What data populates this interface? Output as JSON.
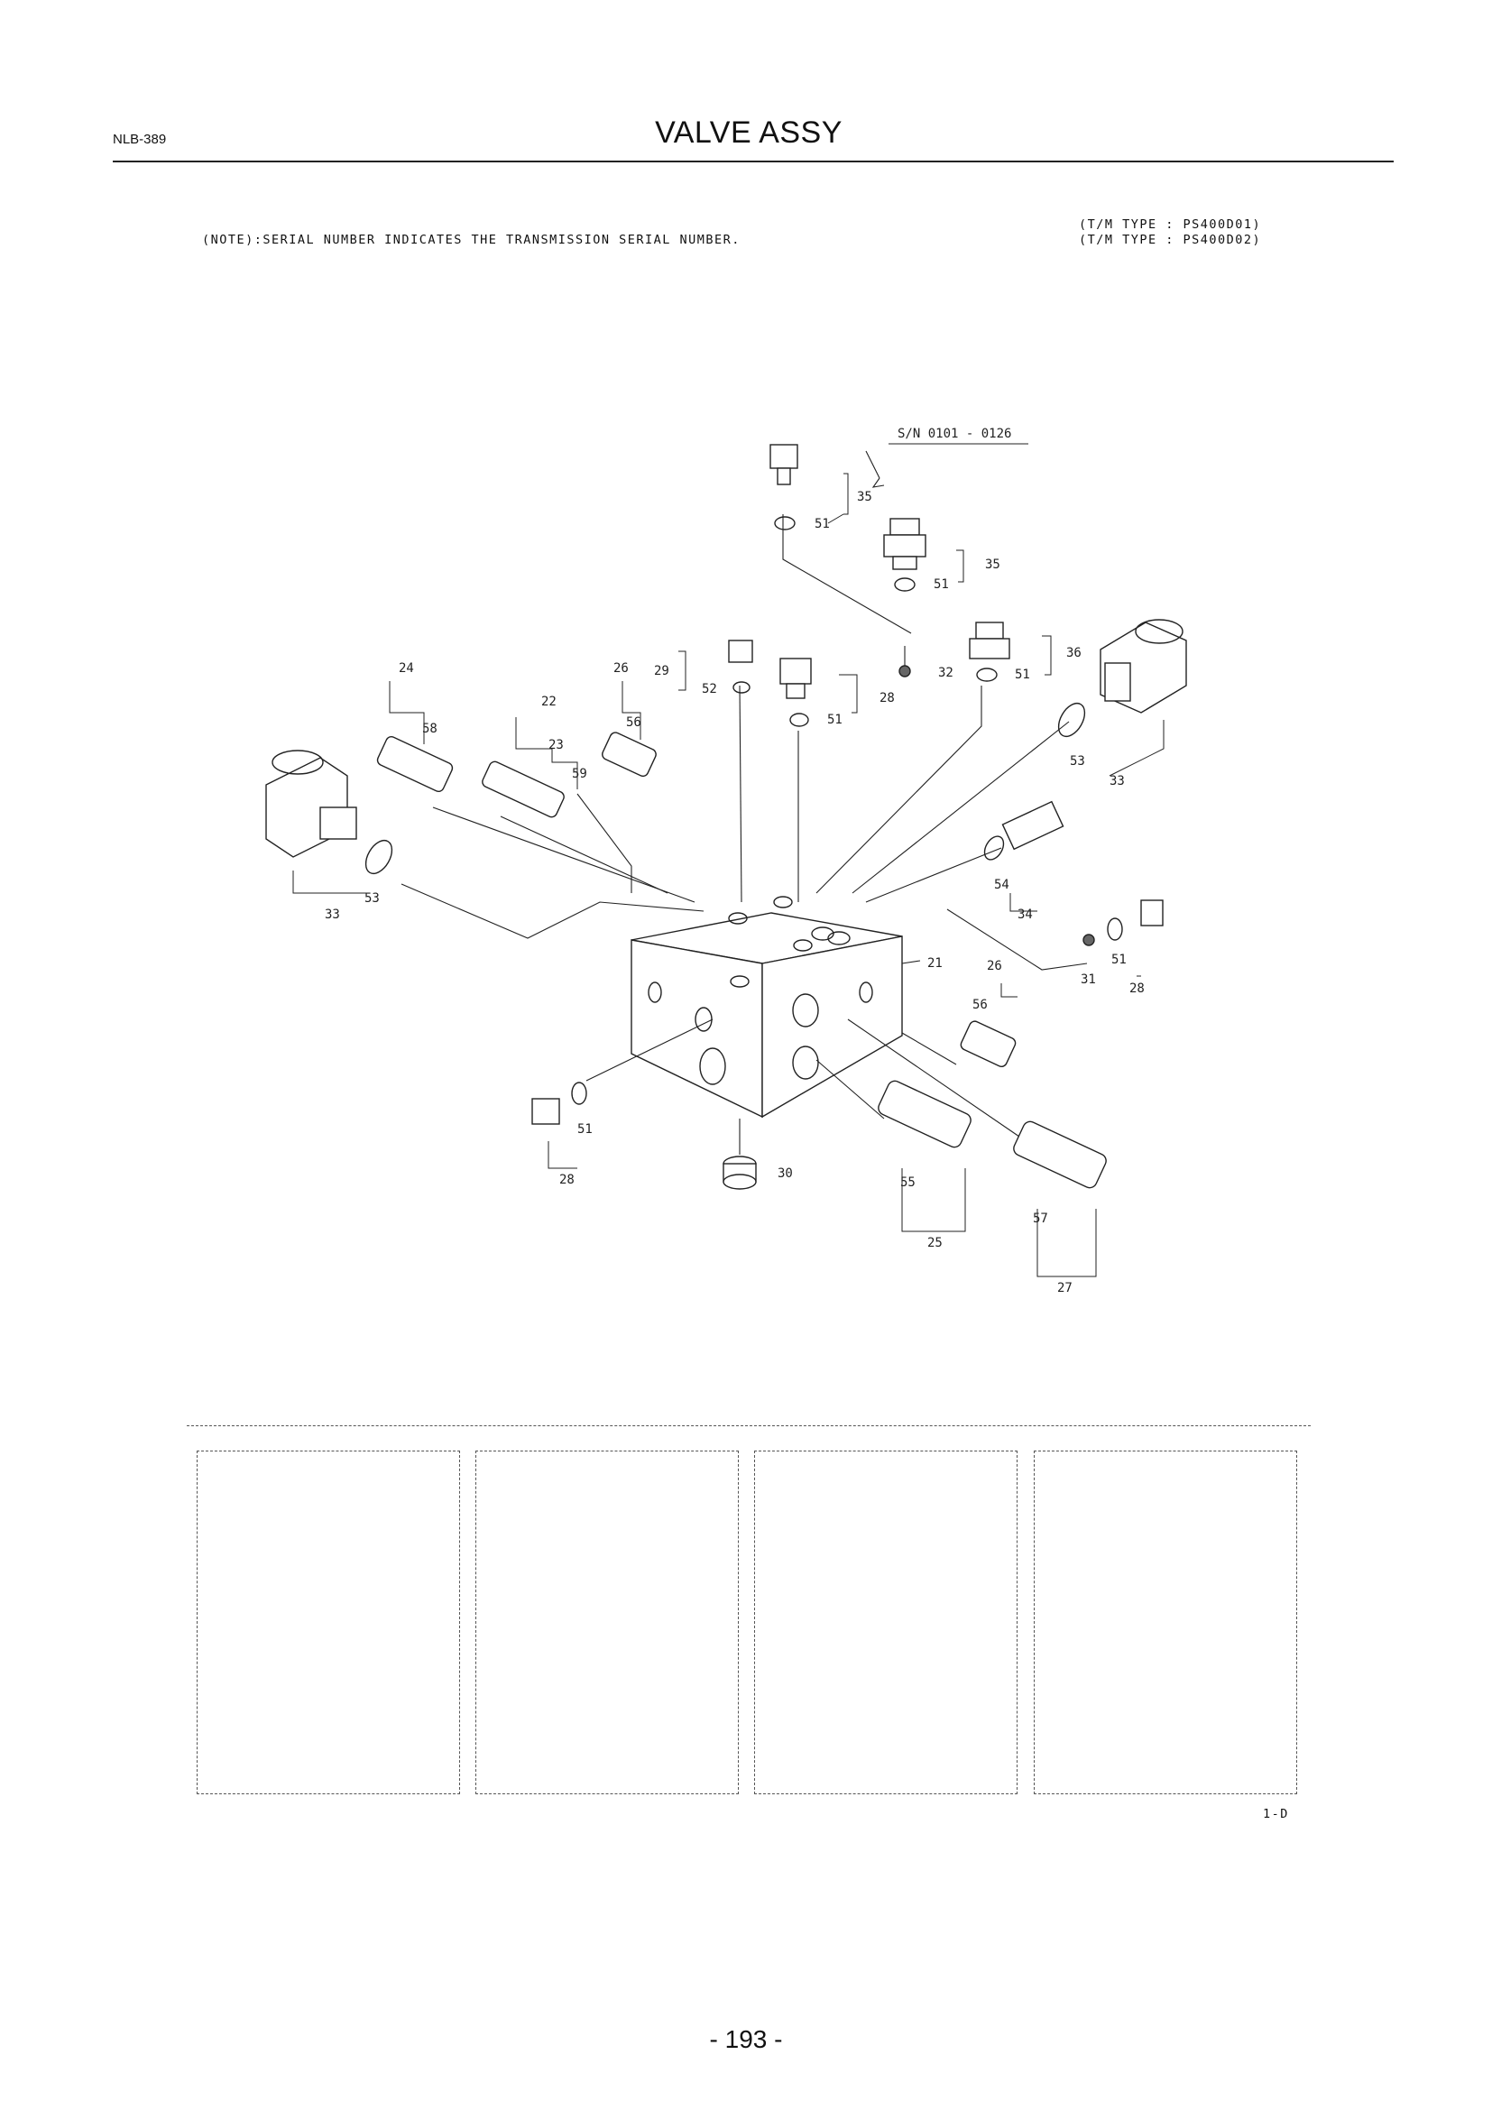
{
  "header": {
    "doc_code": "NLB-389",
    "title": "VALVE ASSY"
  },
  "note": "(NOTE):SERIAL NUMBER INDICATES THE TRANSMISSION SERIAL NUMBER.",
  "tm_types": [
    "(T/M TYPE : PS400D01)",
    "(T/M TYPE : PS400D02)"
  ],
  "serial_range": "S/N 0101 - 0126",
  "callouts": {
    "c21": "21",
    "c22": "22",
    "c23": "23",
    "c24": "24",
    "c25": "25",
    "c26a": "26",
    "c26b": "26",
    "c27": "27",
    "c28a": "28",
    "c28b": "28",
    "c28c": "28",
    "c29": "29",
    "c30": "30",
    "c31": "31",
    "c32": "32",
    "c33a": "33",
    "c33b": "33",
    "c34": "34",
    "c35a": "35",
    "c35b": "35",
    "c36": "36",
    "c51a": "51",
    "c51b": "51",
    "c51c": "51",
    "c51d": "51",
    "c51e": "51",
    "c51f": "51",
    "c52": "52",
    "c53a": "53",
    "c53b": "53",
    "c54": "54",
    "c55": "55",
    "c56a": "56",
    "c56b": "56",
    "c57": "57",
    "c58": "58",
    "c59": "59"
  },
  "figure_code": "1-D",
  "footer": {
    "page_number": "- 193 -"
  }
}
